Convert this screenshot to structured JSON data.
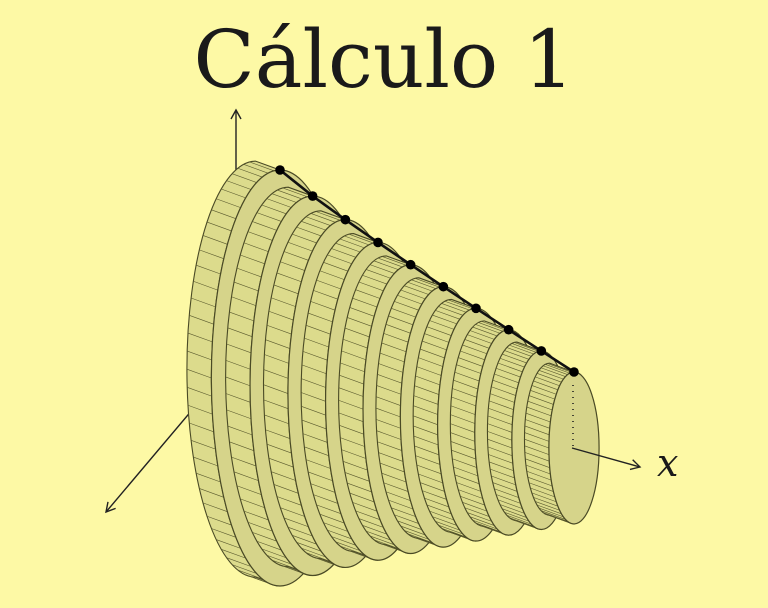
{
  "title": "Cálculo 1",
  "axes": {
    "x_label": "x"
  },
  "figure": {
    "disk_count": 10,
    "colors": {
      "background": "#fdf9a5",
      "disk_fill": "#dcdb8c",
      "disk_stroke": "#4a4a25",
      "curve": "#111111"
    }
  }
}
